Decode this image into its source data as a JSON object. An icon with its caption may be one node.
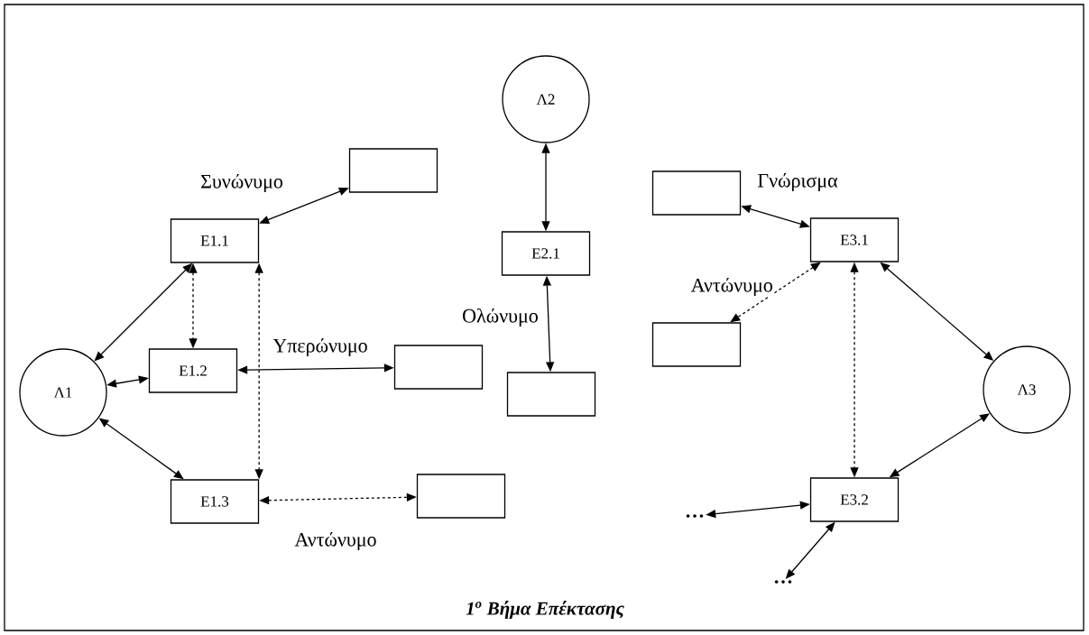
{
  "diagram": {
    "caption": "1$^{o}$ Βήμα Επέκτασης",
    "nodes": [
      {
        "text": [
          "Λ2"
        ]
      },
      {
        "text": [],
        "shape": "box"
      },
      {
        "text": [],
        "shape": "box"
      },
      {
        "text": [
          "E1.1"
        ]
      },
      {
        "text": [
          "E2.1"
        ]
      },
      {
        "text": [
          "E3.1"
        ]
      },
      {
        "text": [
          "E1.2"
        ]
      },
      {
        "text": [],
        "shape": "box"
      },
      {
        "text": [
          "Λ1"
        ]
      },
      {
        "text": [],
        "shape": "box"
      },
      {
        "text": [],
        "shape": "box"
      },
      {
        "text": [
          "Λ3"
        ]
      },
      {
        "text": [
          "E1.3"
        ]
      },
      {
        "text": [],
        "shape": "box"
      },
      {
        "text": [
          "E3.2"
        ]
      },
      {
        "text": [
          "…"
        ]
      },
      {
        "text": [
          "…"
        ]
      }
    ],
    "edges": [
      {
        "from": 3,
        "to": 1,
        "arrow": "both",
        "label": "Συνώνυμο"
      },
      {
        "from": 2,
        "to": 5,
        "arrow": "both",
        "label": "Γνώρισμα"
      },
      {
        "from": 0,
        "to": 4,
        "arrow": "both"
      },
      {
        "from": 8,
        "to": 3,
        "arrow": "both"
      },
      {
        "from": 3,
        "to": 6,
        "arrow": "both",
        "style": "dashed"
      },
      {
        "from": 3,
        "to": 12,
        "arrow": "both",
        "style": "dashed"
      },
      {
        "from": 5,
        "to": 9,
        "arrow": "both",
        "style": "dashed",
        "label": "Αντώνυμο"
      },
      {
        "from": 4,
        "to": 10,
        "arrow": "both",
        "label": "Ολώνυμο"
      },
      {
        "from": 6,
        "to": 7,
        "arrow": "both",
        "label": "Υπερώνυμο"
      },
      {
        "from": 8,
        "to": 6,
        "arrow": "both"
      },
      {
        "from": 5,
        "to": 11,
        "arrow": "both"
      },
      {
        "from": 8,
        "to": 12,
        "arrow": "both"
      },
      {
        "from": 5,
        "to": 14,
        "arrow": "both",
        "style": "dashed"
      },
      {
        "from": 12,
        "to": 13,
        "arrow": "both",
        "style": "dashed",
        "label": "Αντώνυμο"
      },
      {
        "from": 11,
        "to": 14,
        "arrow": "both"
      },
      {
        "from": 15,
        "to": 14,
        "arrow": "both"
      },
      {
        "from": 16,
        "to": 14,
        "arrow": "both"
      }
    ]
  }
}
